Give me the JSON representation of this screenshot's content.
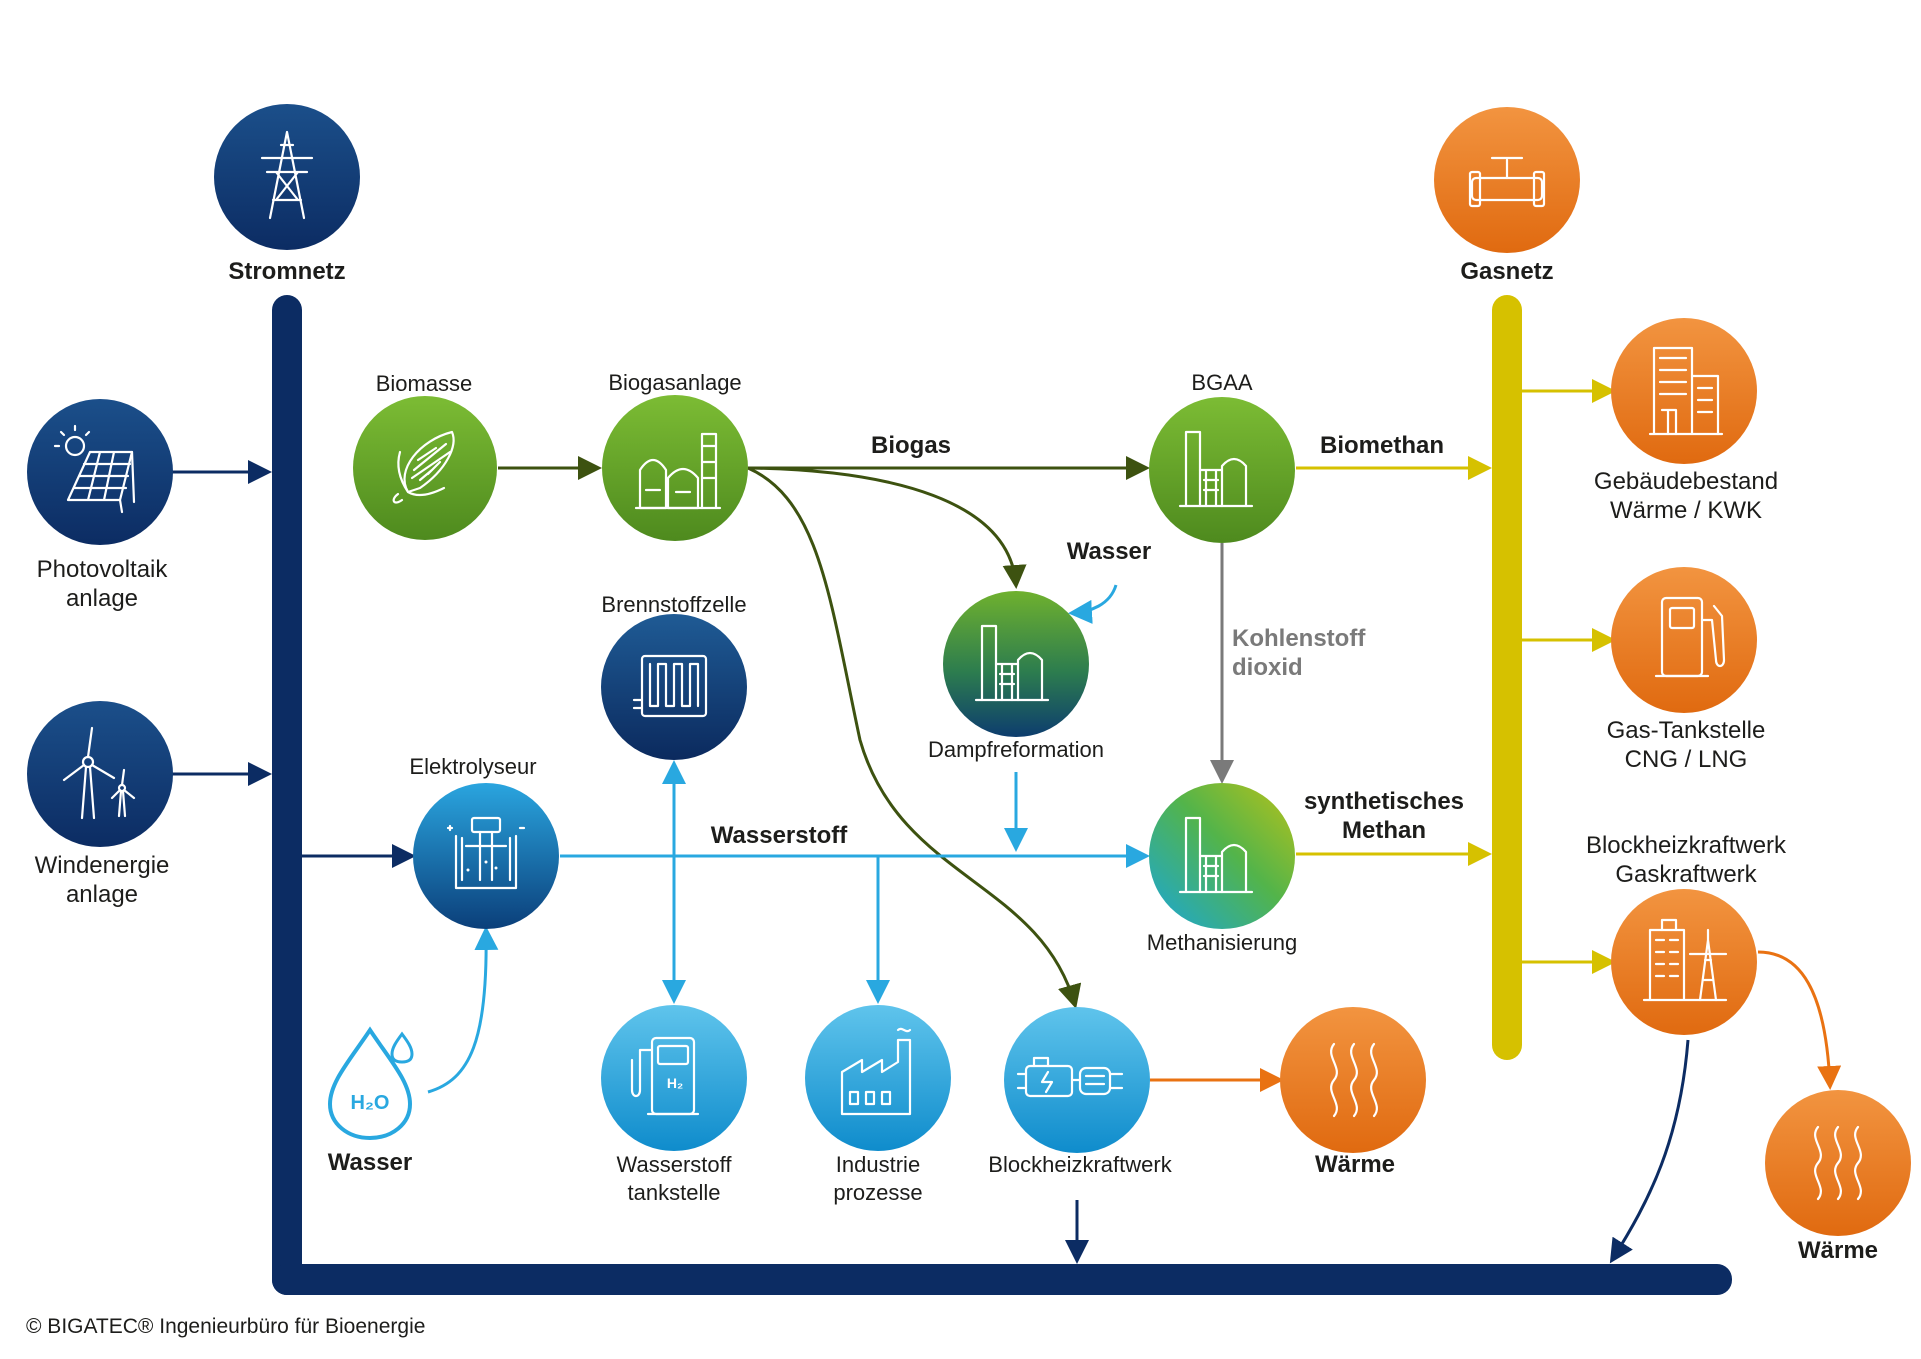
{
  "nodes": {
    "stromnetz": "Stromnetz",
    "gasnetz": "Gasnetz",
    "photovoltaik": [
      "Photovoltaik",
      "anlage"
    ],
    "windenergie": [
      "Windenergie",
      "anlage"
    ],
    "biomasse": "Biomasse",
    "biogasanlage": "Biogasanlage",
    "bgaa": "BGAA",
    "brennstoffzelle": "Brennstoffzelle",
    "dampfreformation": "Dampfreformation",
    "elektrolyseur": "Elektrolyseur",
    "methanisierung": "Methanisierung",
    "wasser_h2o": "Wasser",
    "h2o_text": "H₂O",
    "h2_text": "H₂",
    "wasserstoff_tankstelle": [
      "Wasserstoff",
      "tankstelle"
    ],
    "industrie_prozesse": [
      "Industrie",
      "prozesse"
    ],
    "blockheizkraftwerk": "Blockheizkraftwerk",
    "waerme_1": "Wärme",
    "waerme_2": "Wärme",
    "gebaeudebestand": [
      "Gebäudebestand",
      "Wärme / KWK"
    ],
    "gas_tankstelle": [
      "Gas-Tankstelle",
      "CNG / LNG"
    ],
    "bhkw_gaskraftwerk": [
      "Blockheizkraftwerk",
      "Gaskraftwerk"
    ]
  },
  "flows": {
    "biogas": "Biogas",
    "biomethan": "Biomethan",
    "wasser": "Wasser",
    "kohlenstoffdioxid": [
      "Kohlenstoff",
      "dioxid"
    ],
    "wasserstoff": "Wasserstoff",
    "synthetisches_methan": [
      "synthetisches",
      "Methan"
    ]
  },
  "footer": {
    "copyright": "© BIGATEC® Ingenieurbüro für Bioenergie"
  },
  "colors": {
    "strom_blue": "#0c2c63",
    "gas_yellow": "#d6c100",
    "bio_green": "#6aab2a",
    "dark_green": "#3d5210",
    "h2_blue": "#29a8e0",
    "orange": "#e97212",
    "gray": "#7a7a7a"
  }
}
